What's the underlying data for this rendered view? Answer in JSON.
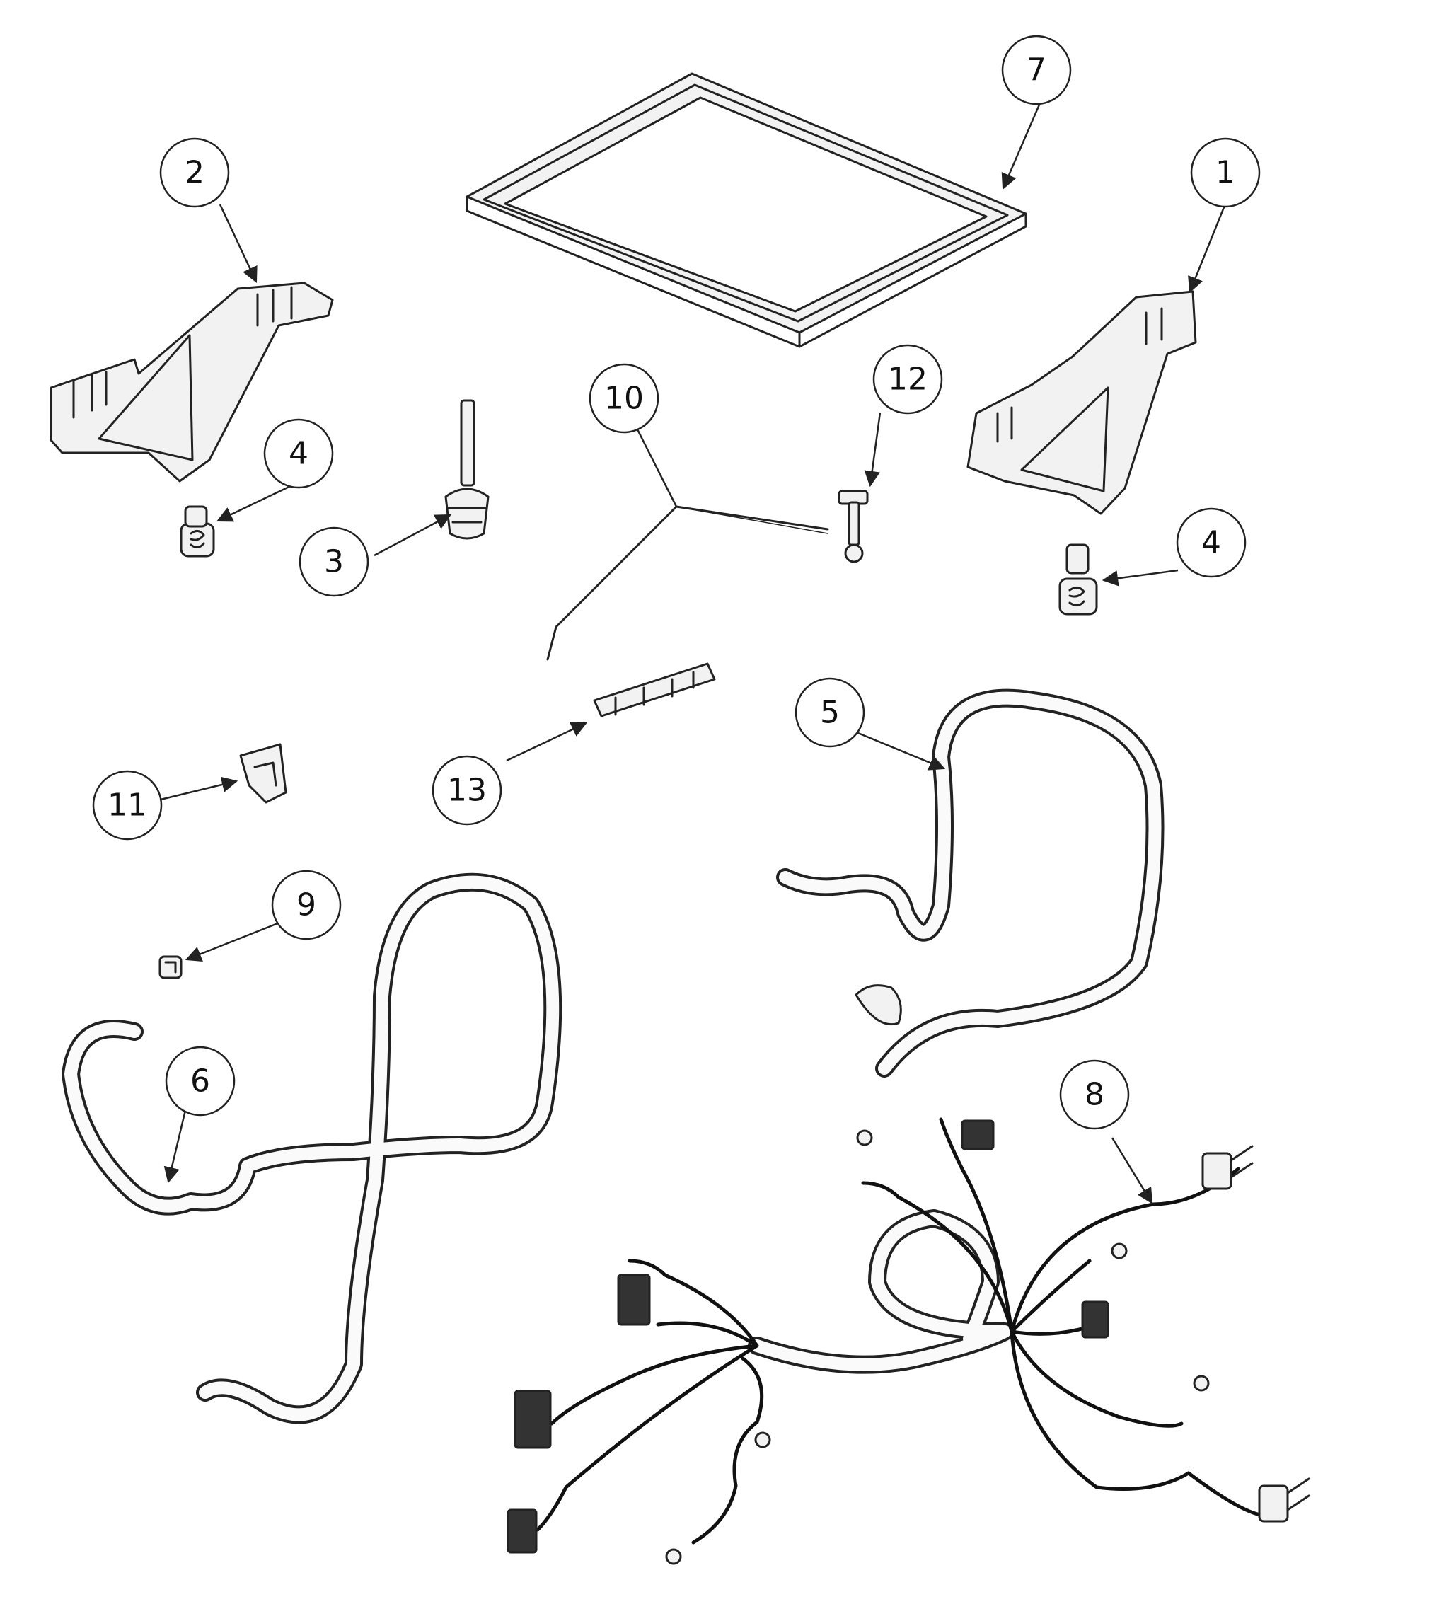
{
  "callouts": [
    {
      "id": "1",
      "label": "1"
    },
    {
      "id": "2",
      "label": "2"
    },
    {
      "id": "3",
      "label": "3"
    },
    {
      "id": "4a",
      "label": "4"
    },
    {
      "id": "4b",
      "label": "4"
    },
    {
      "id": "5",
      "label": "5"
    },
    {
      "id": "6",
      "label": "6"
    },
    {
      "id": "7",
      "label": "7"
    },
    {
      "id": "8",
      "label": "8"
    },
    {
      "id": "9",
      "label": "9"
    },
    {
      "id": "10",
      "label": "10"
    },
    {
      "id": "11",
      "label": "11"
    },
    {
      "id": "12",
      "label": "12"
    },
    {
      "id": "13",
      "label": "13"
    }
  ]
}
